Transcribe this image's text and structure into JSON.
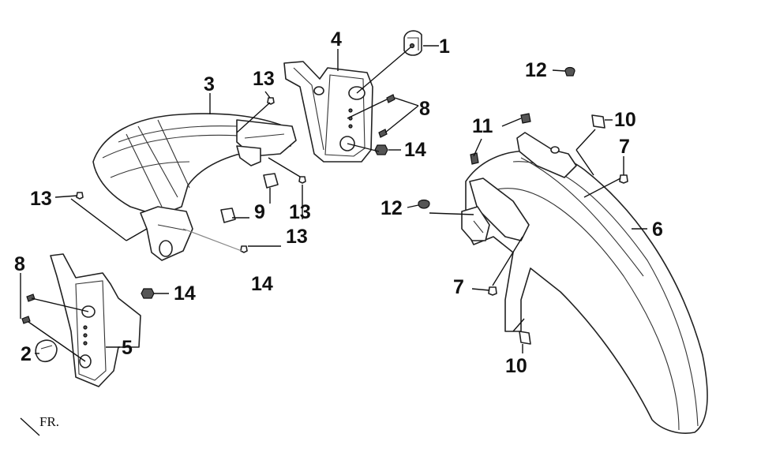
{
  "callouts": {
    "c1": "1",
    "c2": "2",
    "c3": "3",
    "c4": "4",
    "c5": "5",
    "c6": "6",
    "c7a": "7",
    "c7b": "7",
    "c8a": "8",
    "c8b": "8",
    "c9": "9",
    "c10a": "10",
    "c10b": "10",
    "c11": "11",
    "c12a": "12",
    "c12b": "12",
    "c13a": "13",
    "c13b": "13",
    "c13c": "13",
    "c13d": "13",
    "c14a": "14",
    "c14b": "14",
    "c14c": "14"
  },
  "direction_label": "FR."
}
